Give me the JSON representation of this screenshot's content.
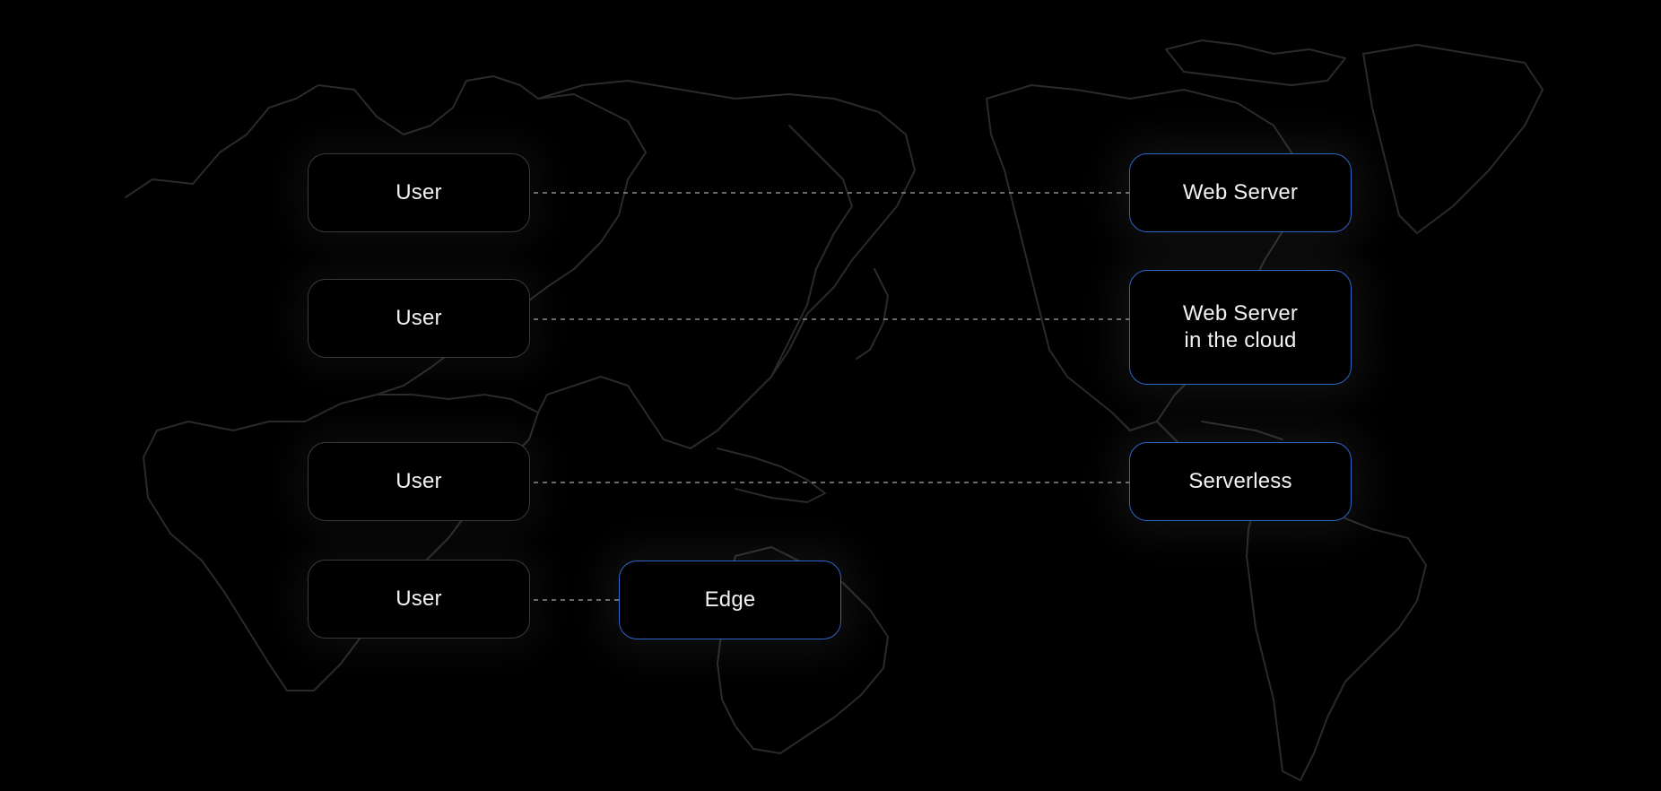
{
  "diagram": {
    "users": [
      {
        "label": "User"
      },
      {
        "label": "User"
      },
      {
        "label": "User"
      },
      {
        "label": "User"
      }
    ],
    "targets": [
      {
        "label": "Web Server"
      },
      {
        "label": "Web Server\nin the cloud"
      },
      {
        "label": "Serverless"
      },
      {
        "label": "Edge"
      }
    ]
  },
  "colors": {
    "background": "#000000",
    "map_outline": "#2a2a2a",
    "user_border": "#3a3a3a",
    "target_border": "#2f64c8",
    "connector": "#8a8a8a",
    "text": "#f2f2f2"
  }
}
